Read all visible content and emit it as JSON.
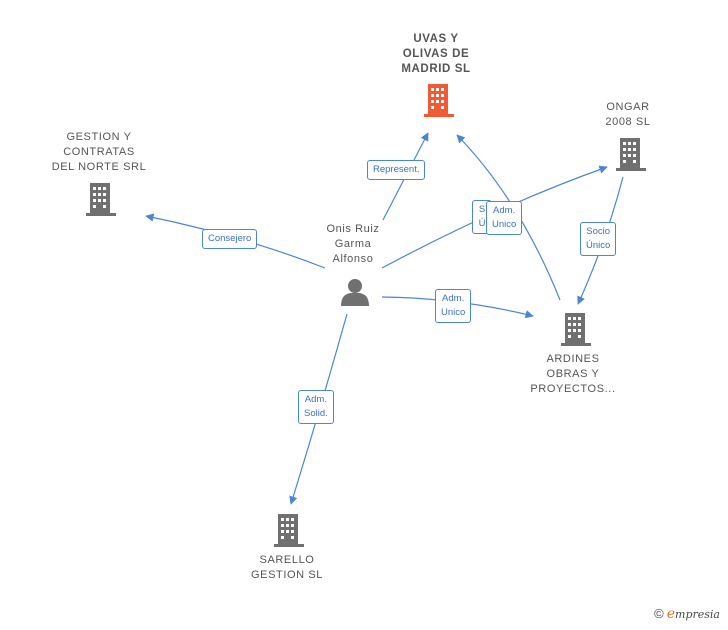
{
  "colors": {
    "edge": "#4a86d4",
    "main_company": "#f05a35",
    "company": "#707070",
    "person": "#707070"
  },
  "nodes": {
    "uvas": {
      "label": "UVAS Y\nOLIVAS DE\nMADRID  SL",
      "icon": "building-icon"
    },
    "ongar": {
      "label": "ONGAR\n2008 SL",
      "icon": "building-icon"
    },
    "gestion": {
      "label": "GESTION Y\nCONTRATAS\nDEL NORTE SRL",
      "icon": "building-icon"
    },
    "person": {
      "label": "Onis Ruiz\nGarma\nAlfonso",
      "icon": "person-icon"
    },
    "ardines": {
      "label": "ARDINES\nOBRAS Y\nPROYECTOS...",
      "icon": "building-icon"
    },
    "sarello": {
      "label": "SARELLO\nGESTION  SL",
      "icon": "building-icon"
    }
  },
  "edges": {
    "represent": "Represent.",
    "consejero": "Consejero",
    "socio_unico_hidden": "S\nÚ",
    "adm_unico_top": "Adm.\nUnico",
    "socio_unico": "Socio\nÚnico",
    "adm_unico": "Adm.\nUnico",
    "adm_solid": "Adm.\nSolid."
  },
  "footer": {
    "copyright": "©",
    "brand_e": "e",
    "brand_rest": "mpresia"
  }
}
